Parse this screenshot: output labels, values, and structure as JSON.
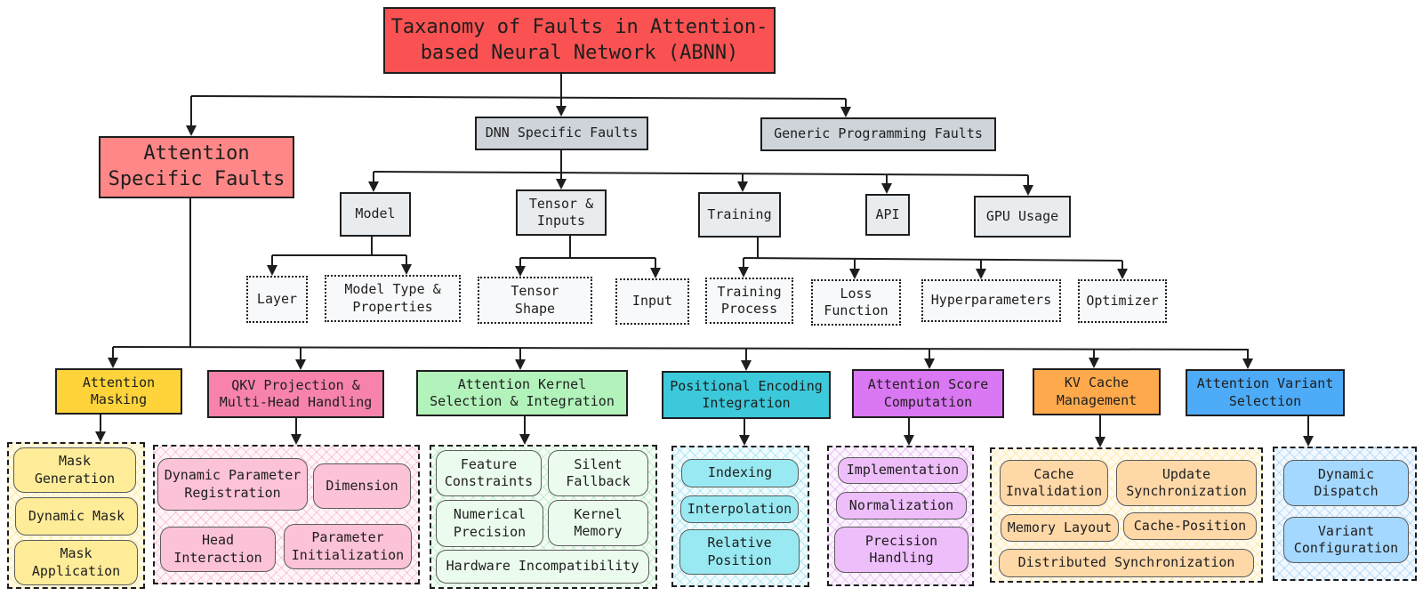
{
  "title": "Taxanomy of Faults in Attention-\nbased Neural Network (ABNN)",
  "colors": {
    "root": "#fa5252",
    "attention_specific": "#ff8787",
    "dnn_category": "#ced4da",
    "dnn_subcategory": "#e9ecef",
    "leaf": "#f8f9fa",
    "line": "#1e1e1e"
  },
  "top_level": {
    "attention_specific": "Attention\nSpecific Faults",
    "dnn_specific": "DNN Specific Faults",
    "generic_programming": "Generic Programming Faults"
  },
  "dnn": {
    "categories": [
      {
        "label": "Model",
        "children": [
          "Layer",
          "Model Type &\nProperties"
        ]
      },
      {
        "label": "Tensor &\nInputs",
        "children": [
          "Tensor\nShape",
          "Input"
        ]
      },
      {
        "label": "Training",
        "children": [
          "Training\nProcess",
          "Loss\nFunction",
          "Hyperparameters",
          "Optimizer"
        ]
      },
      {
        "label": "API",
        "children": []
      },
      {
        "label": "GPU Usage",
        "children": []
      }
    ]
  },
  "attention": {
    "categories": [
      {
        "label": "Attention\nMasking",
        "color": "#ffd43b",
        "pill_color": "#ffec99",
        "items": [
          "Mask\nGeneration",
          "Dynamic Mask",
          "Mask\nApplication"
        ]
      },
      {
        "label": "QKV Projection &\nMulti-Head Handling",
        "color": "#f783ac",
        "pill_color": "#fcc2d7",
        "items": [
          "Dynamic Parameter\nRegistration",
          "Dimension",
          "Head\nInteraction",
          "Parameter\nInitialization"
        ]
      },
      {
        "label": "Attention Kernel\nSelection & Integration",
        "color": "#b2f2bb",
        "pill_color": "#ebfbee",
        "items": [
          "Feature\nConstraints",
          "Silent\nFallback",
          "Numerical\nPrecision",
          "Kernel\nMemory",
          "Hardware Incompatibility"
        ]
      },
      {
        "label": "Positional Encoding\nIntegration",
        "color": "#3bc9db",
        "pill_color": "#99e9f2",
        "items": [
          "Indexing",
          "Interpolation",
          "Relative\nPosition"
        ]
      },
      {
        "label": "Attention Score\nComputation",
        "color": "#da77f2",
        "pill_color": "#eebefa",
        "items": [
          "Implementation",
          "Normalization",
          "Precision\nHandling"
        ]
      },
      {
        "label": "KV Cache\nManagement",
        "color": "#ffa94d",
        "pill_color": "#ffd8a8",
        "items": [
          "Cache\nInvalidation",
          "Update\nSynchronization",
          "Memory Layout",
          "Cache-Position",
          "Distributed Synchronization"
        ]
      },
      {
        "label": "Attention Variant\nSelection",
        "color": "#4dabf7",
        "pill_color": "#a5d8ff",
        "items": [
          "Dynamic\nDispatch",
          "Variant\nConfiguration"
        ]
      }
    ]
  }
}
